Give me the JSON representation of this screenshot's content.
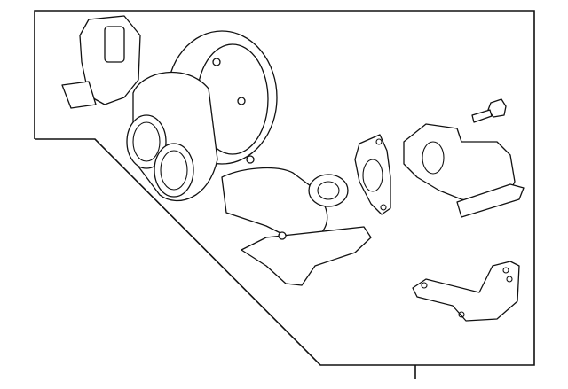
{
  "diagram": {
    "line_color": "#111111",
    "background": "#ffffff",
    "parts": [
      "turbocharger-assembly",
      "exhaust-gasket",
      "exhaust-elbow-flange",
      "bolt",
      "support-bracket"
    ]
  }
}
